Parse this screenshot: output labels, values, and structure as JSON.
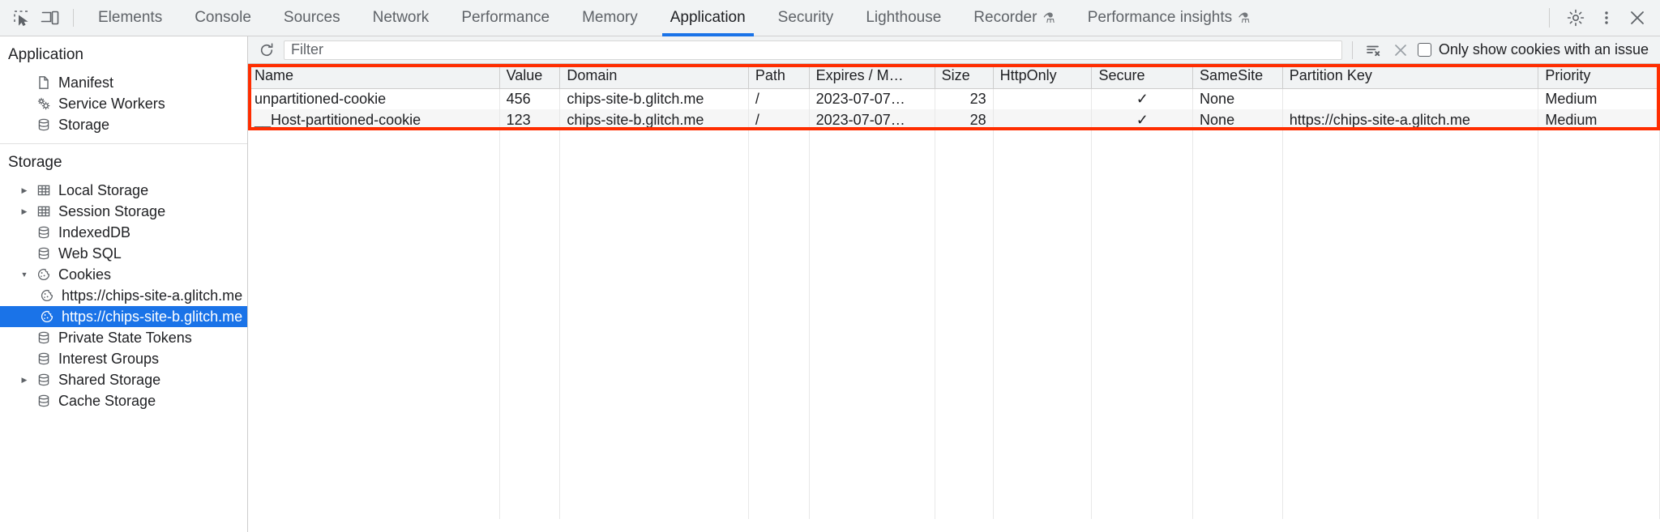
{
  "tabbar": {
    "inspect_icon": "inspect-element-icon",
    "device_icon": "device-toolbar-icon",
    "tabs": [
      {
        "label": "Elements",
        "active": false,
        "experimental": false
      },
      {
        "label": "Console",
        "active": false,
        "experimental": false
      },
      {
        "label": "Sources",
        "active": false,
        "experimental": false
      },
      {
        "label": "Network",
        "active": false,
        "experimental": false
      },
      {
        "label": "Performance",
        "active": false,
        "experimental": false
      },
      {
        "label": "Memory",
        "active": false,
        "experimental": false
      },
      {
        "label": "Application",
        "active": true,
        "experimental": false
      },
      {
        "label": "Security",
        "active": false,
        "experimental": false
      },
      {
        "label": "Lighthouse",
        "active": false,
        "experimental": false
      },
      {
        "label": "Recorder",
        "active": false,
        "experimental": true
      },
      {
        "label": "Performance insights",
        "active": false,
        "experimental": true
      }
    ],
    "flask_glyph": "⚗",
    "settings_icon": "gear-icon",
    "more_icon": "kebab-menu-icon",
    "close_icon": "close-icon",
    "accent_color": "#1a73e8"
  },
  "sidebar": {
    "application": {
      "title": "Application",
      "items": [
        {
          "label": "Manifest",
          "icon": "document-icon",
          "twisty": "none",
          "indent": 1
        },
        {
          "label": "Service Workers",
          "icon": "gears-icon",
          "twisty": "none",
          "indent": 1
        },
        {
          "label": "Storage",
          "icon": "database-icon",
          "twisty": "none",
          "indent": 1
        }
      ]
    },
    "storage": {
      "title": "Storage",
      "items": [
        {
          "label": "Local Storage",
          "icon": "table-icon",
          "twisty": "collapsed",
          "indent": 1,
          "selected": false
        },
        {
          "label": "Session Storage",
          "icon": "table-icon",
          "twisty": "collapsed",
          "indent": 1,
          "selected": false
        },
        {
          "label": "IndexedDB",
          "icon": "database-icon",
          "twisty": "none",
          "indent": 1,
          "selected": false
        },
        {
          "label": "Web SQL",
          "icon": "database-icon",
          "twisty": "none",
          "indent": 1,
          "selected": false
        },
        {
          "label": "Cookies",
          "icon": "cookie-icon",
          "twisty": "expanded",
          "indent": 1,
          "selected": false
        },
        {
          "label": "https://chips-site-a.glitch.me",
          "icon": "cookie-icon",
          "twisty": "none",
          "indent": 2,
          "selected": false
        },
        {
          "label": "https://chips-site-b.glitch.me",
          "icon": "cookie-icon",
          "twisty": "none",
          "indent": 2,
          "selected": true
        },
        {
          "label": "Private State Tokens",
          "icon": "database-icon",
          "twisty": "none",
          "indent": 1,
          "selected": false
        },
        {
          "label": "Interest Groups",
          "icon": "database-icon",
          "twisty": "none",
          "indent": 1,
          "selected": false
        },
        {
          "label": "Shared Storage",
          "icon": "database-icon",
          "twisty": "collapsed",
          "indent": 1,
          "selected": false
        },
        {
          "label": "Cache Storage",
          "icon": "database-icon",
          "twisty": "none",
          "indent": 1,
          "selected": false
        }
      ]
    },
    "selection_color": "#1a73e8"
  },
  "filter_bar": {
    "refresh_icon": "refresh-icon",
    "filter_value": "",
    "filter_placeholder": "Filter",
    "clear_filter_icon": "clear-filter-icon",
    "clear_all_icon": "clear-all-icon",
    "issues_checkbox_checked": false,
    "issues_checkbox_label": "Only show cookies with an issue"
  },
  "cookies_table": {
    "highlight_color": "#ff2d00",
    "columns": [
      "Name",
      "Value",
      "Domain",
      "Path",
      "Expires / M…",
      "Size",
      "HttpOnly",
      "Secure",
      "SameSite",
      "Partition Key",
      "Priority"
    ],
    "rows": [
      {
        "name": "unpartitioned-cookie",
        "value": "456",
        "domain": "chips-site-b.glitch.me",
        "path": "/",
        "expires": "2023-07-07…",
        "size": "23",
        "httponly": "",
        "secure": "✓",
        "samesite": "None",
        "partition_key": "",
        "priority": "Medium"
      },
      {
        "name": "__Host-partitioned-cookie",
        "value": "123",
        "domain": "chips-site-b.glitch.me",
        "path": "/",
        "expires": "2023-07-07…",
        "size": "28",
        "httponly": "",
        "secure": "✓",
        "samesite": "None",
        "partition_key": "https://chips-site-a.glitch.me",
        "priority": "Medium"
      }
    ]
  }
}
